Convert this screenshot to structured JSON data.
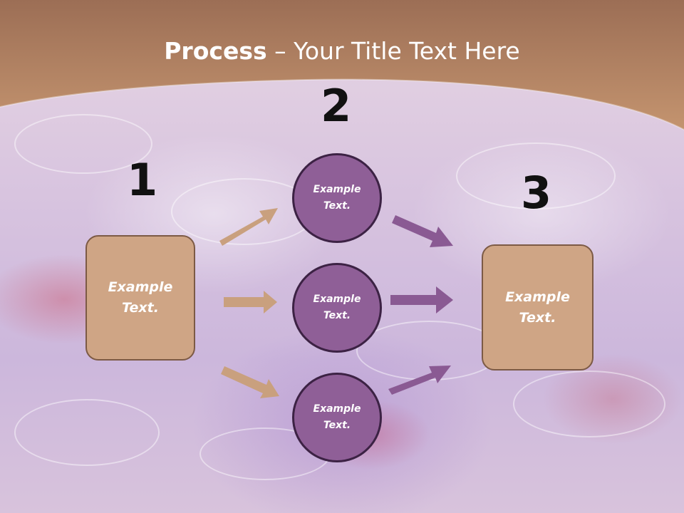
{
  "title": {
    "bold": "Process",
    "rest": " – Your Title Text Here"
  },
  "numbers": [
    "1",
    "2",
    "3"
  ],
  "left_box": {
    "label": "Example Text."
  },
  "right_box": {
    "label": "Example Text."
  },
  "circles": [
    {
      "label": "Example Text."
    },
    {
      "label": "Example Text."
    },
    {
      "label": "Example Text."
    }
  ],
  "colors": {
    "header": "#b98a68",
    "box_fill": "#cfa585",
    "box_border": "#7c5a45",
    "circle_fill": "#8f5f97",
    "circle_border": "#3c2244",
    "arrow_tan": "#c9a07e",
    "arrow_purple": "#8a5a93"
  }
}
